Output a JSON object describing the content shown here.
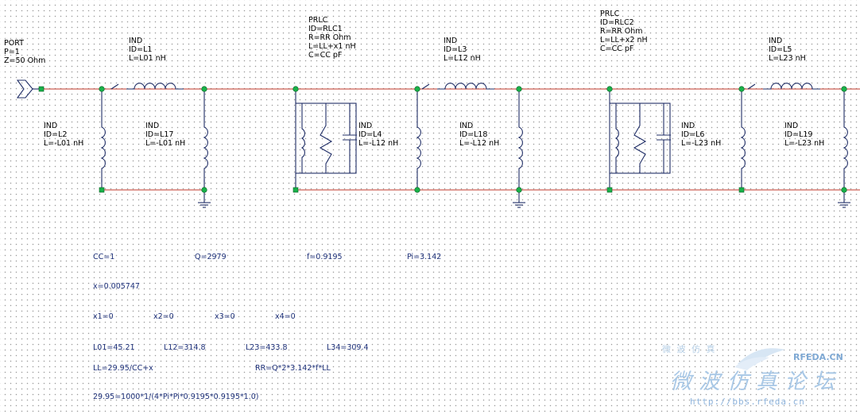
{
  "components": {
    "port": {
      "line1": "PORT",
      "line2": "P=1",
      "line3": "Z=50 Ohm"
    },
    "ind_l1": {
      "line1": "IND",
      "line2": "ID=L1",
      "line3": "L=L01 nH"
    },
    "ind_l2": {
      "line1": "IND",
      "line2": "ID=L2",
      "line3": "L=-L01 nH"
    },
    "ind_l17": {
      "line1": "IND",
      "line2": "ID=L17",
      "line3": "L=-L01 nH"
    },
    "prlc1": {
      "line1": "PRLC",
      "line2": "ID=RLC1",
      "line3": "R=RR Ohm",
      "line4": "L=LL+x1 nH",
      "line5": "C=CC pF"
    },
    "ind_l4": {
      "line1": "IND",
      "line2": "ID=L4",
      "line3": "L=-L12 nH"
    },
    "ind_l3": {
      "line1": "IND",
      "line2": "ID=L3",
      "line3": "L=L12 nH"
    },
    "ind_l18": {
      "line1": "IND",
      "line2": "ID=L18",
      "line3": "L=-L12 nH"
    },
    "prlc2": {
      "line1": "PRLC",
      "line2": "ID=RLC2",
      "line3": "R=RR Ohm",
      "line4": "L=LL+x2 nH",
      "line5": "C=CC pF"
    },
    "ind_l6": {
      "line1": "IND",
      "line2": "ID=L6",
      "line3": "L=-L23 nH"
    },
    "ind_l5": {
      "line1": "IND",
      "line2": "ID=L5",
      "line3": "L=L23 nH"
    },
    "ind_l19": {
      "line1": "IND",
      "line2": "ID=L19",
      "line3": "L=-L23 nH"
    }
  },
  "equations": {
    "cc": "CC=1",
    "q": "Q=2979",
    "f": "f=0.9195",
    "pi": "Pi=3.142",
    "x": "x=0.005747",
    "x1": "x1=0",
    "x2": "x2=0",
    "x3": "x3=0",
    "x4": "x4=0",
    "l01": "L01=45.21",
    "l12": "L12=314.8",
    "l23": "L23=433.8",
    "l34": "L34=309.4",
    "ll": "LL=29.95/CC+x",
    "rr": "RR=Q*2*3.142*f*LL",
    "expr": "29.95=1000*1/(4*Pi*Pi*0.9195*0.9195*1.0)"
  },
  "watermark": {
    "top": "微 波 仿 真",
    "brand": "RFEDA.CN",
    "big": "微波仿真论坛",
    "url": "http://bbs.rfeda.cn"
  },
  "colors": {
    "wire": "#c0392b",
    "element": "#1f2d66",
    "node": "#19b24a",
    "ground": "#1f2d66",
    "equation": "#1c2f78"
  }
}
